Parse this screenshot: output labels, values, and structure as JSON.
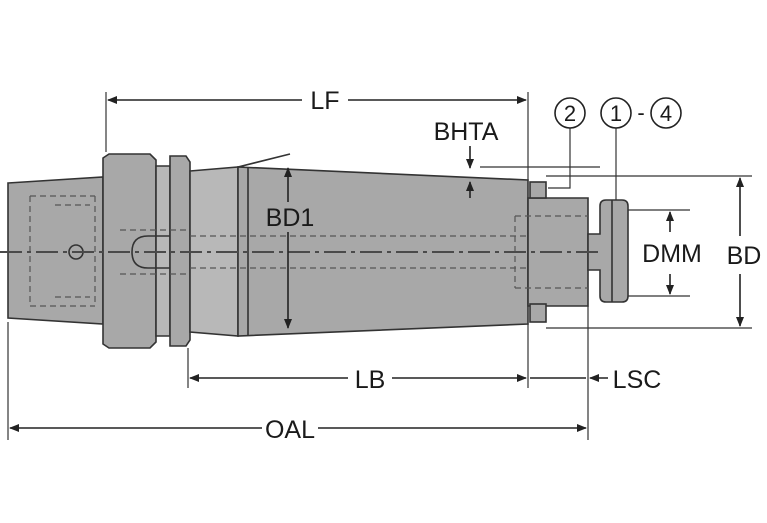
{
  "dimensions": {
    "lf": "LF",
    "bhta": "BHTA",
    "bd1": "BD1",
    "dmm": "DMM",
    "bd": "BD",
    "lb": "LB",
    "lsc": "LSC",
    "oal": "OAL"
  },
  "callouts": {
    "c1": "1",
    "c2": "2",
    "c4": "4"
  },
  "callout_separator": "-"
}
